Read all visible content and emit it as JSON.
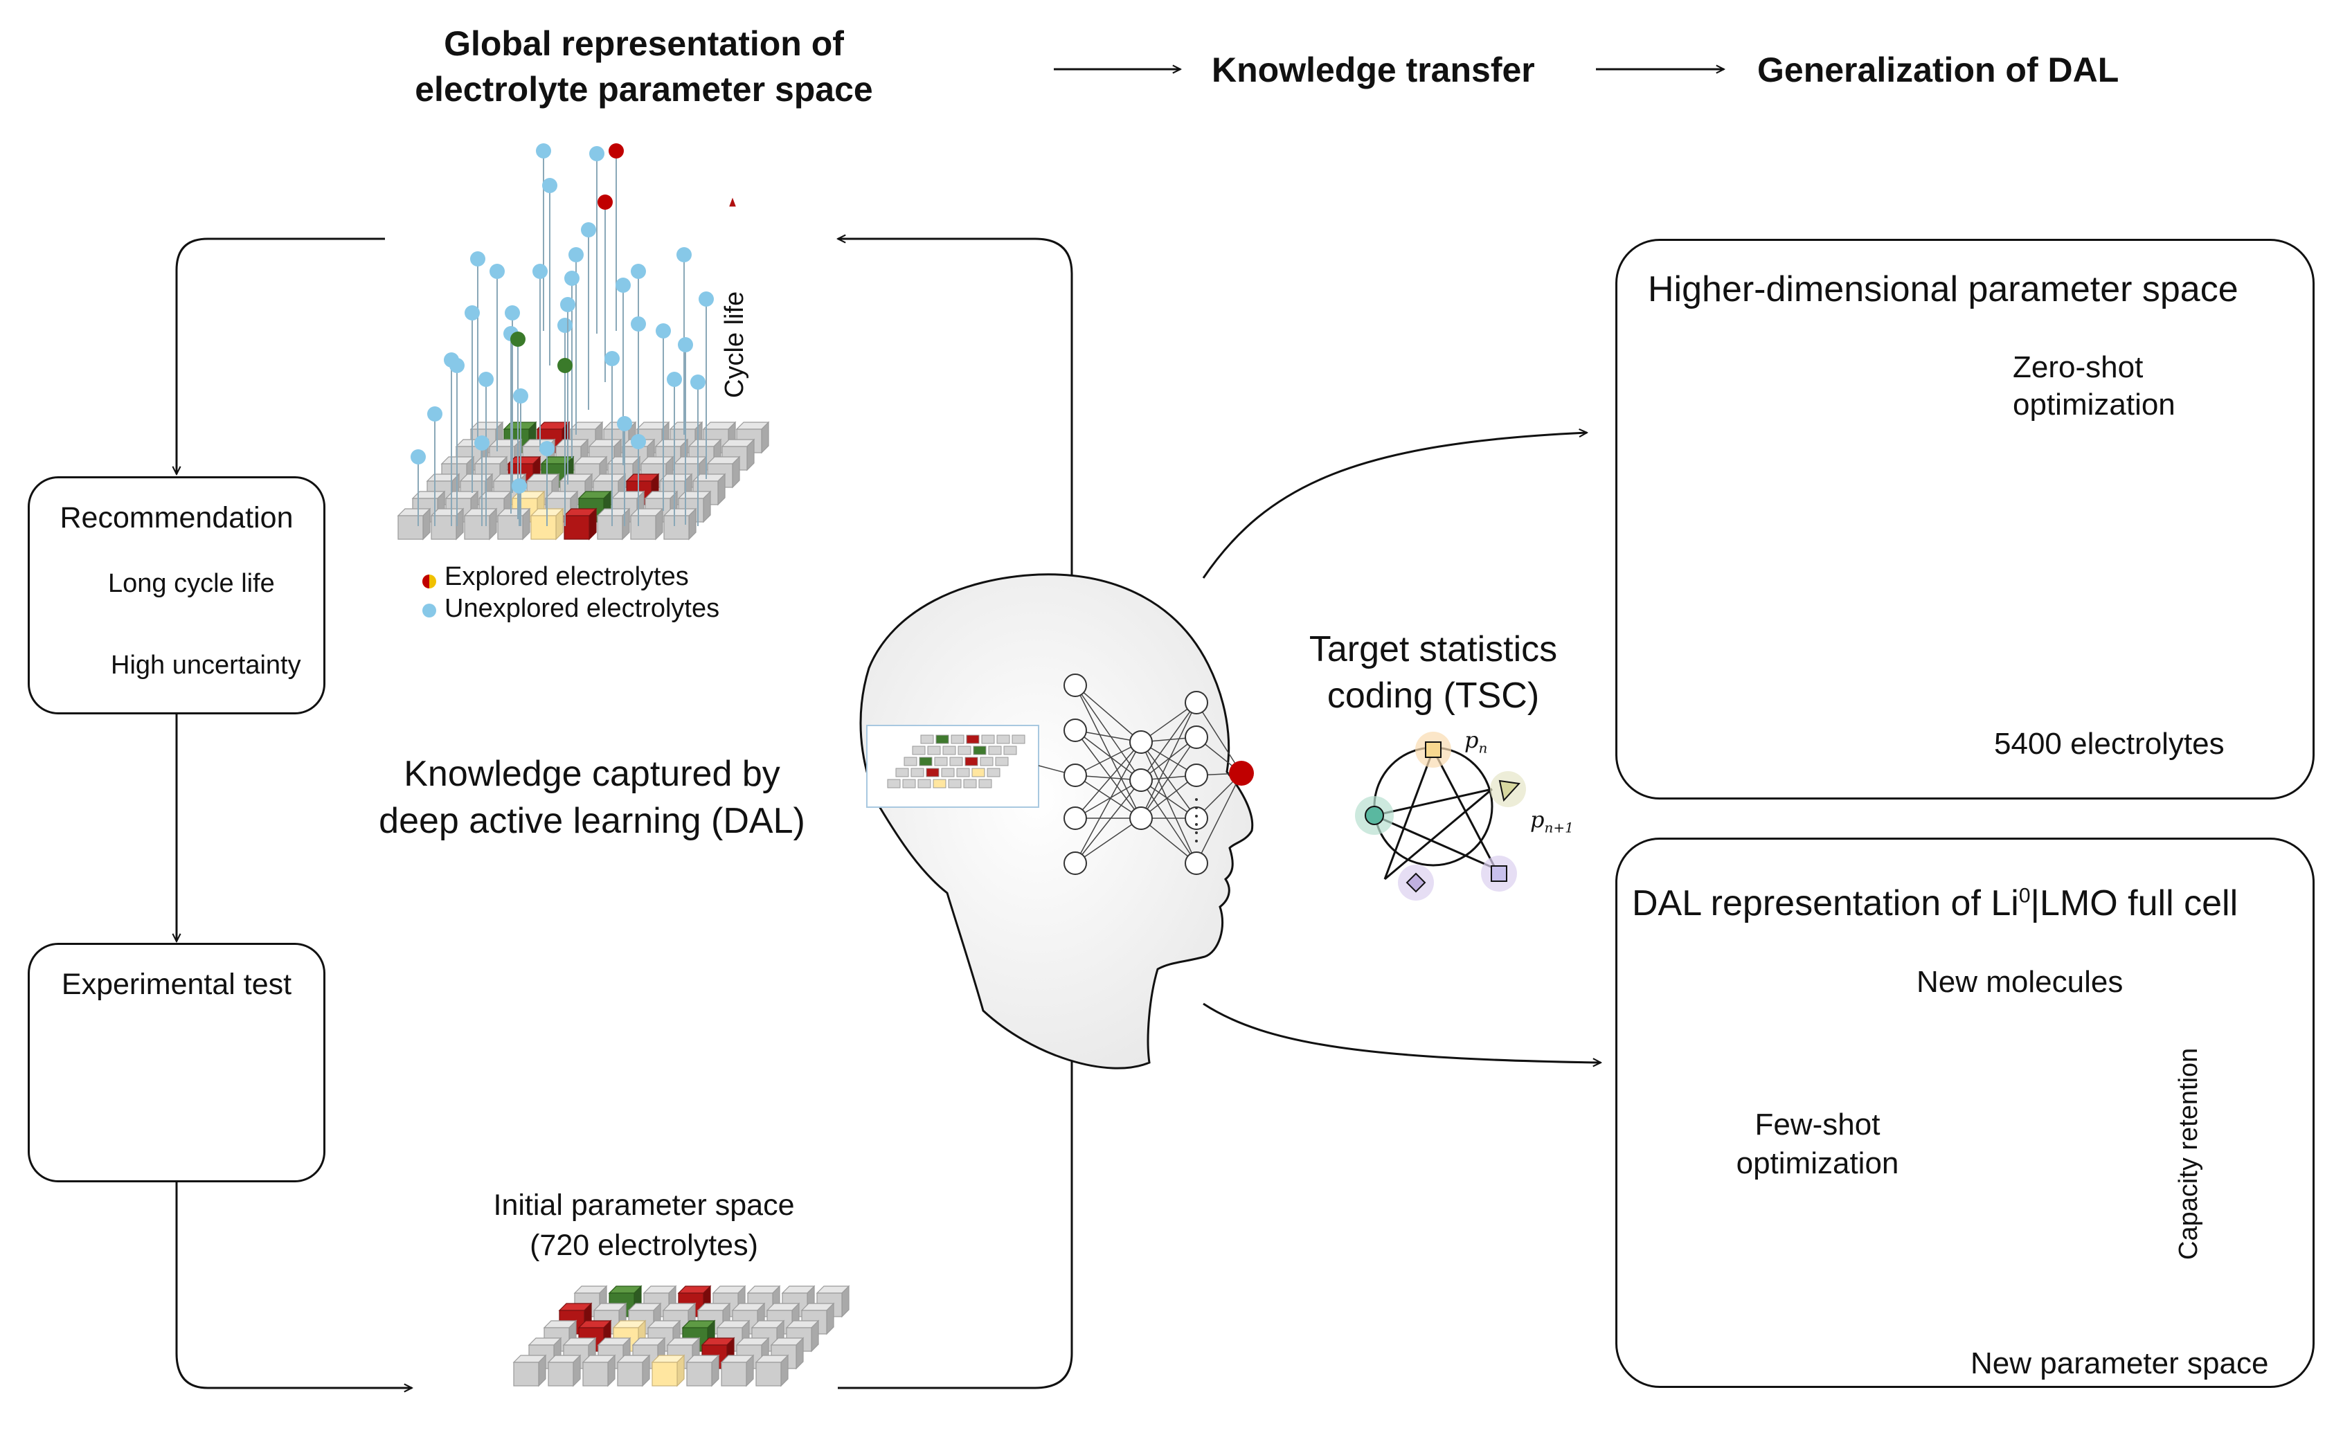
{
  "headers": {
    "global_repr_line1": "Global representation of",
    "global_repr_line2": "electrolyte parameter space",
    "knowledge_transfer": "Knowledge transfer",
    "generalization": "Generalization of DAL"
  },
  "global_chart": {
    "axis_label": "Cycle life",
    "legend": [
      {
        "label": "Explored electrolytes",
        "icon": "explored-electrolyte-icon"
      },
      {
        "label": "Unexplored electrolytes",
        "icon": "unexplored-electrolyte-icon"
      }
    ]
  },
  "recommendation": {
    "title": "Recommendation",
    "items": [
      {
        "label": "Long cycle life",
        "icon": "red-cube-stack-icon"
      },
      {
        "label": "High uncertainty",
        "icon": "gray-cube-stack-icon"
      }
    ]
  },
  "experimental": {
    "title": "Experimental test",
    "icon": "battery-icon"
  },
  "initial_space": {
    "line1": "Initial parameter space",
    "line2": "(720 electrolytes)"
  },
  "knowledge": {
    "line1": "Knowledge captured by",
    "line2": "deep active learning (DAL)"
  },
  "tsc": {
    "line1": "Target statistics",
    "line2": "coding (TSC)",
    "pn": "p",
    "pn_sub": "n",
    "pn1": "p",
    "pn1_sub": "n+1"
  },
  "higher_dim": {
    "title": "Higher-dimensional parameter space",
    "zero_shot_line1": "Zero-shot",
    "zero_shot_line2": "optimization",
    "count": "5400 electrolytes"
  },
  "dal_repr": {
    "title_prefix": "DAL representation of Li",
    "title_sup": "0",
    "title_suffix": "|LMO full cell",
    "new_molecules": "New molecules",
    "few_shot_line1": "Few-shot",
    "few_shot_line2": "optimization",
    "axis_label": "Capacity retention",
    "new_space": "New parameter space"
  },
  "colors": {
    "explored_red": "#c00000",
    "explored_green": "#3a7a2a",
    "unexplored_blue": "#87c8e8",
    "cube_gray": "#c8c8c8",
    "cube_yellow": "#ffe9a8",
    "cube_navy": "#1c4866",
    "grid_tan": "#d9a878"
  }
}
